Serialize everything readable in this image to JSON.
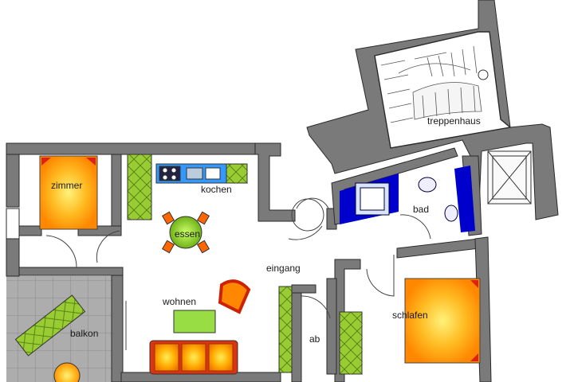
{
  "rooms": {
    "zimmer": "zimmer",
    "kochen": "kochen",
    "essen": "essen",
    "eingang": "eingang",
    "wohnen": "wohnen",
    "balkon": "balkon",
    "ab": "ab",
    "bad": "bad",
    "schlafen": "schlafen",
    "treppenhaus": "treppenhaus"
  },
  "colors": {
    "wall": "#787878",
    "wall_edge": "#2a2a2a",
    "furniture_green": "#99cc33",
    "bed_orange": "#ff9900",
    "bed_yellow": "#ffee66",
    "sofa_red": "#dd3311",
    "bath_blue": "#0000cc",
    "kitchen_blue": "#3399ff",
    "balcony_tile": "#a9a9a9"
  }
}
